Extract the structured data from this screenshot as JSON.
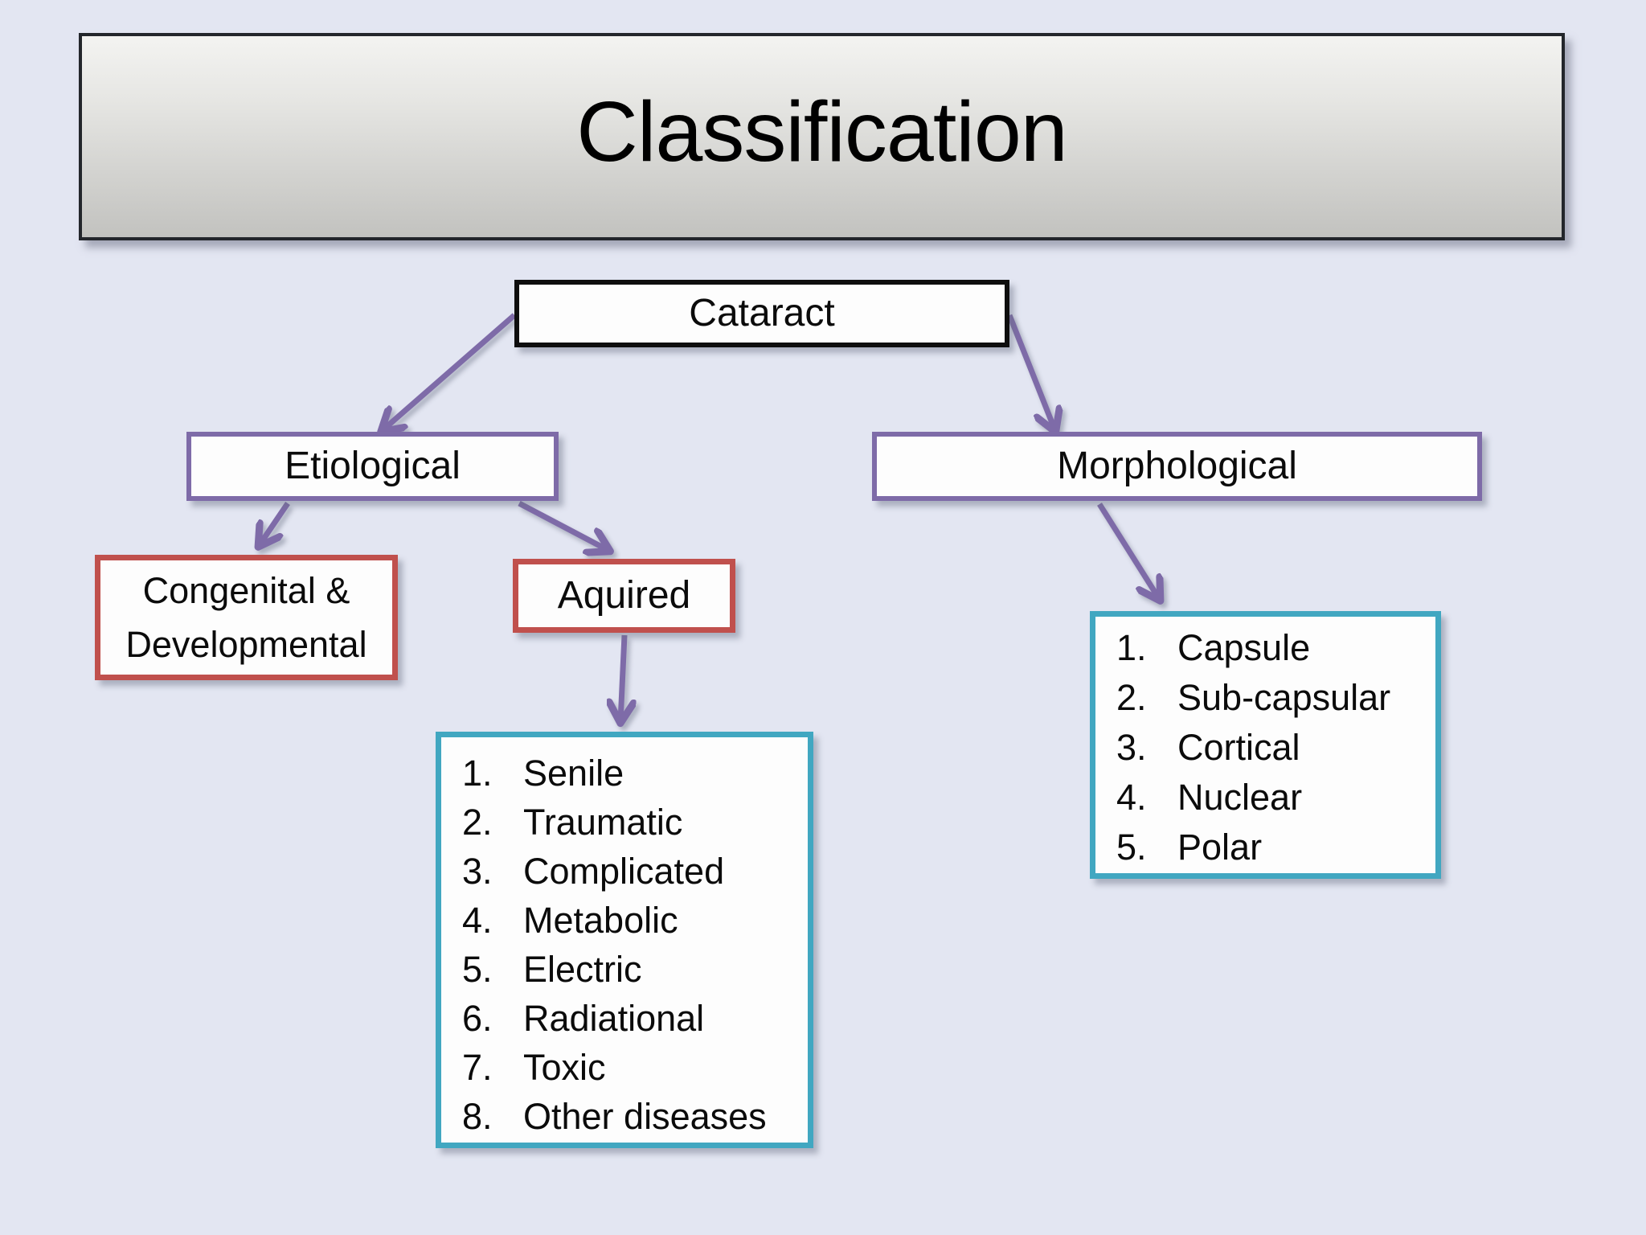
{
  "title": "Classification",
  "nodes": {
    "root": "Cataract",
    "etiological": "Etiological",
    "morphological": "Morphological",
    "congenital_line1": "Congenital &",
    "congenital_line2": "Developmental",
    "acquired": "Aquired"
  },
  "acquired_list": {
    "items": [
      {
        "num": "1.",
        "label": "Senile"
      },
      {
        "num": "2.",
        "label": "Traumatic"
      },
      {
        "num": "3.",
        "label": "Complicated"
      },
      {
        "num": "4.",
        "label": "Metabolic"
      },
      {
        "num": "5.",
        "label": "Electric"
      },
      {
        "num": "6.",
        "label": "Radiational"
      },
      {
        "num": "7.",
        "label": "Toxic"
      },
      {
        "num": "8.",
        "label": "Other diseases"
      }
    ]
  },
  "morphological_list": {
    "items": [
      {
        "num": "1.",
        "label": "Capsule"
      },
      {
        "num": "2.",
        "label": "Sub-capsular"
      },
      {
        "num": "3.",
        "label": "Cortical"
      },
      {
        "num": "4.",
        "label": "Nuclear"
      },
      {
        "num": "5.",
        "label": "Polar"
      }
    ]
  },
  "colors": {
    "background": "#e3e6f2",
    "arrow_purple": "#7e6ba8",
    "border_purple": "#7e6ba8",
    "border_red": "#c0504d",
    "border_teal": "#41a7c1",
    "border_black": "#0e0e0e",
    "banner_gradient_top": "#f3f3f1",
    "banner_gradient_bottom": "#c2c2bf"
  }
}
